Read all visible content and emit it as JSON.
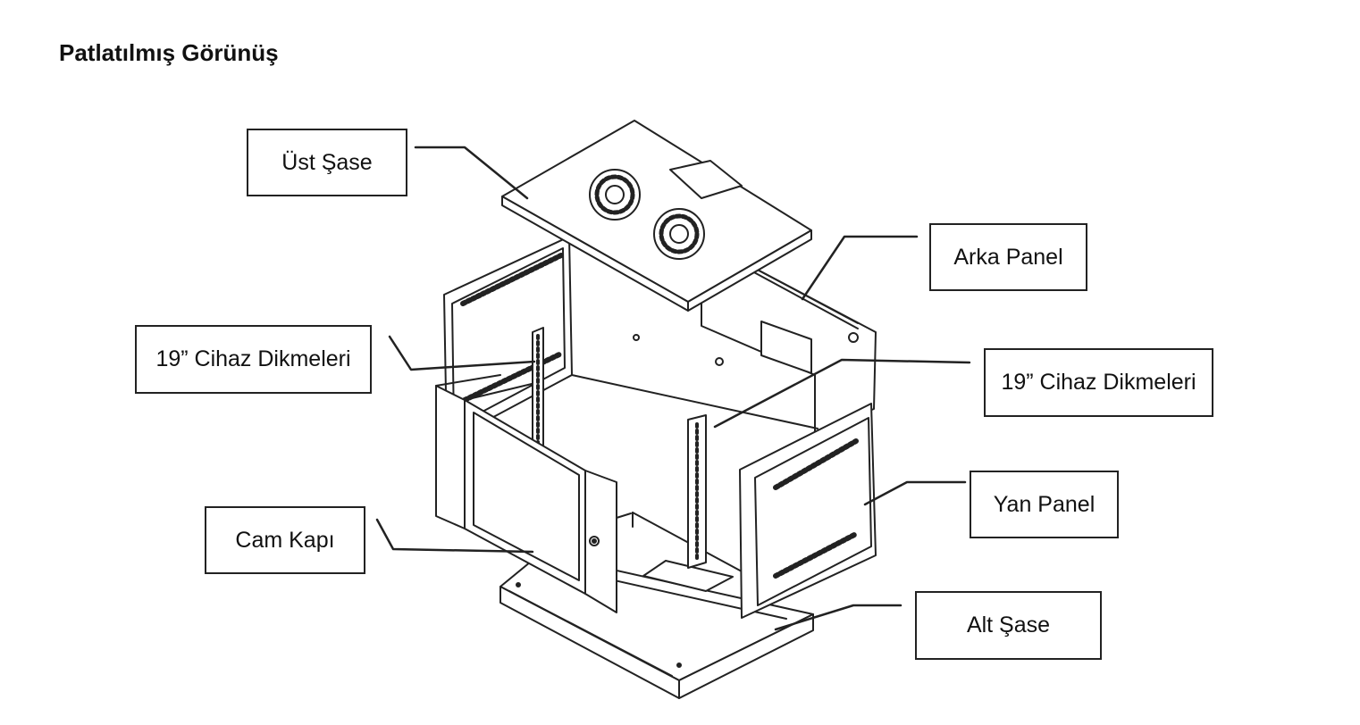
{
  "title": "Patlatılmış Görünüş",
  "labels": {
    "ust_sase": "Üst Şase",
    "arka_panel": "Arka Panel",
    "cihaz_dikmeleri_left": "19” Cihaz Dikmeleri",
    "cihaz_dikmeleri_right": "19” Cihaz Dikmeleri",
    "yan_panel": "Yan Panel",
    "cam_kapi": "Cam Kapı",
    "alt_sase": "Alt Şase"
  },
  "colors": {
    "line": "#222222",
    "background": "#ffffff"
  }
}
